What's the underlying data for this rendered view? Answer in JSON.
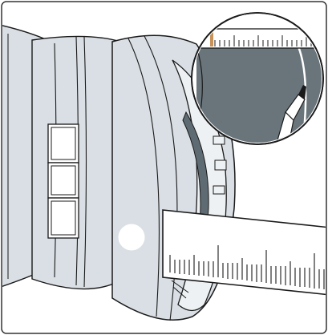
{
  "illustration": {
    "subject": "pipe-fitting-measurement",
    "icons": [
      "pipe-fitting",
      "seal-ring",
      "ruler",
      "magnifier-inset",
      "pen-marker",
      "marker-dot",
      "label-windows"
    ]
  },
  "colors": {
    "fitting_fill": "#d9dfe4",
    "fitting_stroke": "#1a1a1a",
    "seal_dark": "#5f6b72",
    "pipe_gray": "#69757b",
    "ruler_fill": "#ffffff",
    "frame": "#333333",
    "accent_tick": "#c8935a"
  }
}
